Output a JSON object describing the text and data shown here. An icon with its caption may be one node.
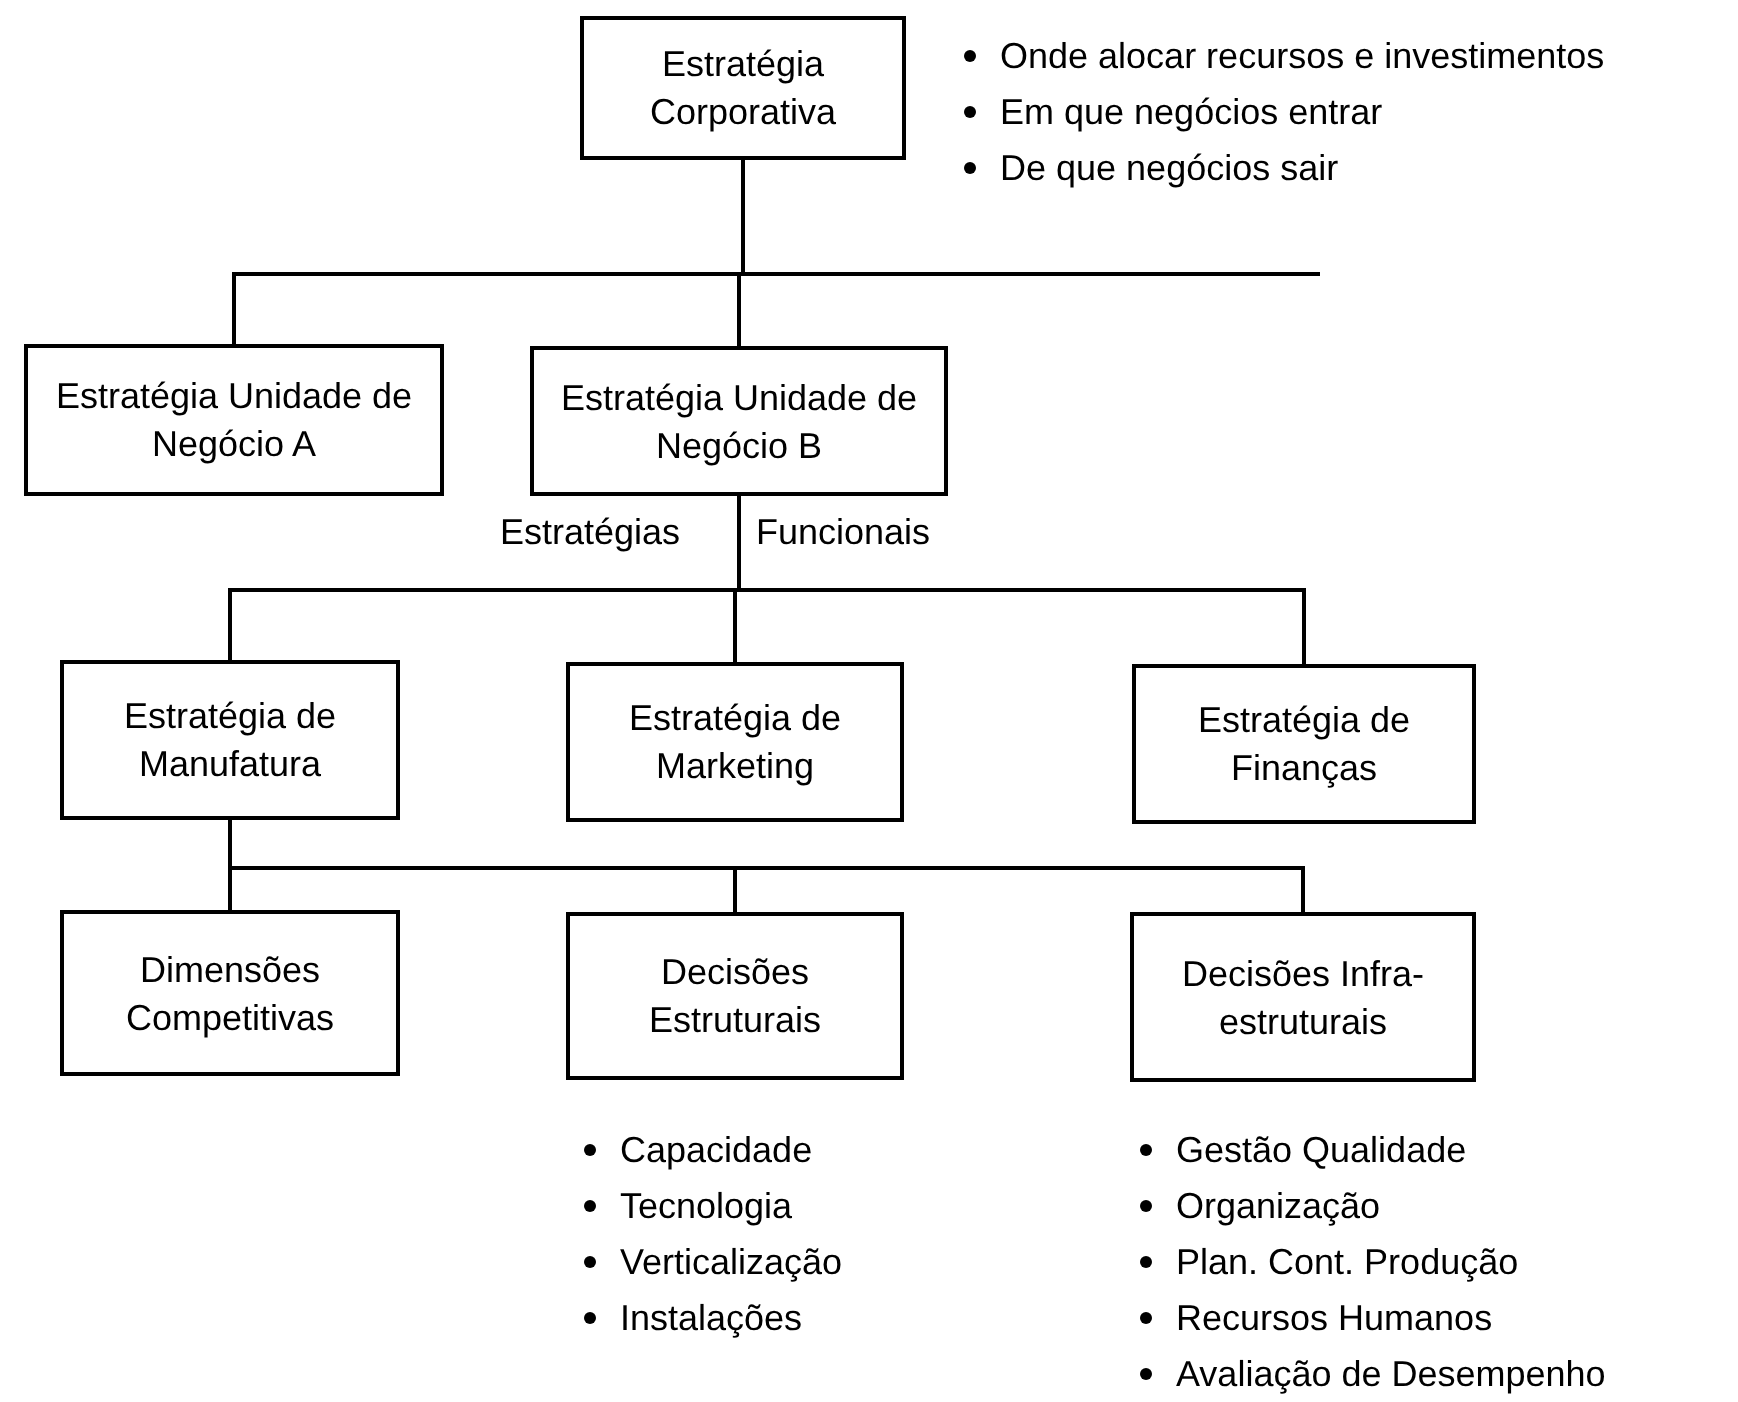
{
  "diagram": {
    "nodes": [
      {
        "text": [
          "Estratégia Corporativa"
        ],
        "beside": [
          "Onde alocar recursos e investimentos",
          "Em que negócios entrar",
          "De que negócios sair"
        ]
      },
      {
        "text": [
          "Estratégia Unidade de Negócio A"
        ]
      },
      {
        "text": [
          "Estratégia Unidade de Negócio B"
        ]
      },
      {
        "text": [
          "Estratégia de Manufatura"
        ]
      },
      {
        "text": [
          "Estratégia de Marketing"
        ]
      },
      {
        "text": [
          "Estratégia de Finanças"
        ]
      },
      {
        "text": [
          "Dimensões Competitivas"
        ]
      },
      {
        "text": [
          "Decisões Estruturais"
        ],
        "beside": [
          "Capacidade",
          "Tecnologia",
          "Verticalização",
          "Instalações"
        ]
      },
      {
        "text": [
          "Decisões Infra-estruturais"
        ],
        "beside": [
          "Gestão Qualidade",
          "Organização",
          "Plan. Cont. Produção",
          "Recursos Humanos",
          "Avaliação de Desempenho"
        ]
      }
    ],
    "edges": [
      {
        "from": 0,
        "to": 1,
        "arrow": "none"
      },
      {
        "from": 0,
        "to": 2,
        "arrow": "none"
      },
      {
        "from": 0,
        "to": null,
        "arrow": "none"
      },
      {
        "from": 2,
        "to": 3,
        "arrow": "none"
      },
      {
        "from": 2,
        "to": 4,
        "arrow": "none"
      },
      {
        "from": 2,
        "to": 5,
        "arrow": "none"
      },
      {
        "from": 3,
        "to": 6,
        "arrow": "none"
      },
      {
        "from": 3,
        "to": 7,
        "arrow": "none"
      },
      {
        "from": 3,
        "to": 8,
        "arrow": "none"
      }
    ],
    "labels": [
      "Estratégias",
      "Funcionais"
    ]
  }
}
